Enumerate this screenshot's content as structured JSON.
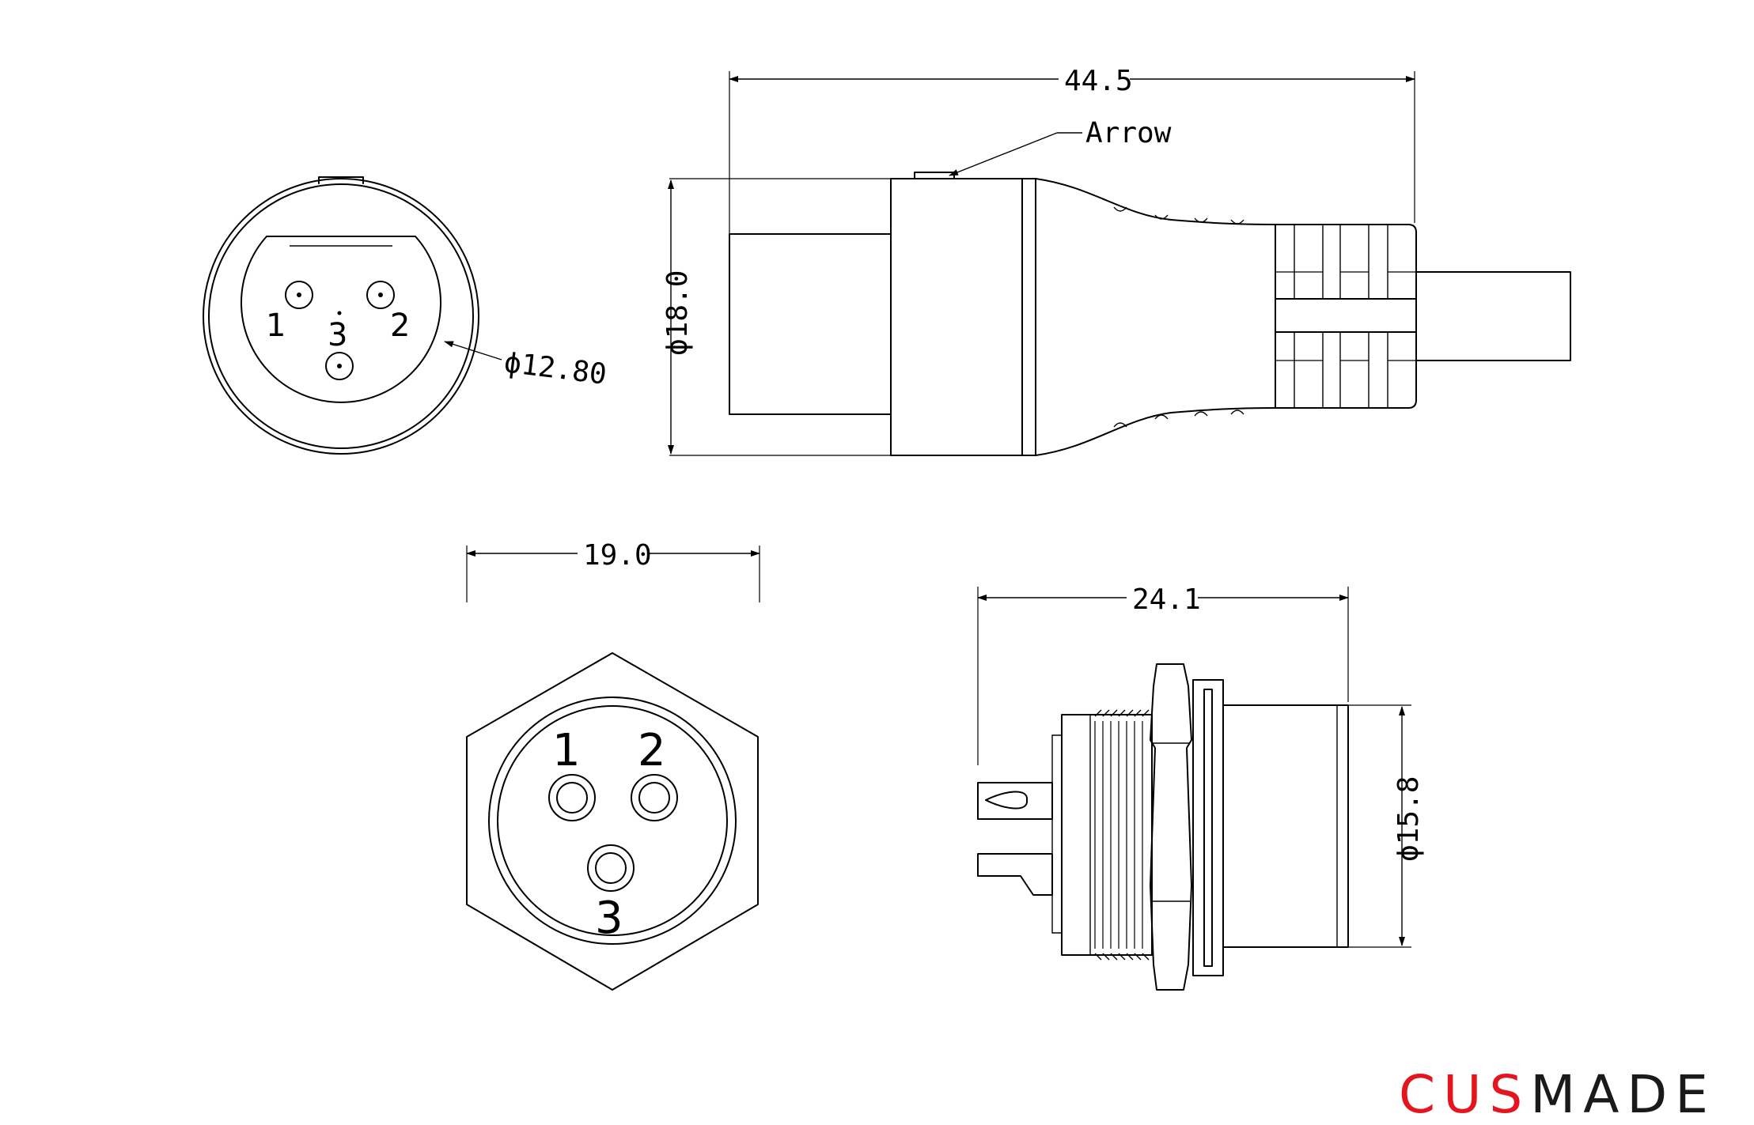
{
  "dimensions": {
    "overall_length": "44.5",
    "arrow_label": "Arrow",
    "body_diameter": "ϕ18.0",
    "face_diameter": "ϕ12.80",
    "hex_width": "19.0",
    "receptacle_length": "24.1",
    "receptacle_diameter": "ϕ15.8"
  },
  "pins": {
    "plug_face": [
      "1",
      "2",
      "3"
    ],
    "receptacle_face": [
      "1",
      "2",
      "3"
    ]
  },
  "brand": {
    "part1": "CUS",
    "part2": "MADE",
    "colors": {
      "part1": "#e4151f",
      "part2": "#1a1a1a"
    }
  }
}
